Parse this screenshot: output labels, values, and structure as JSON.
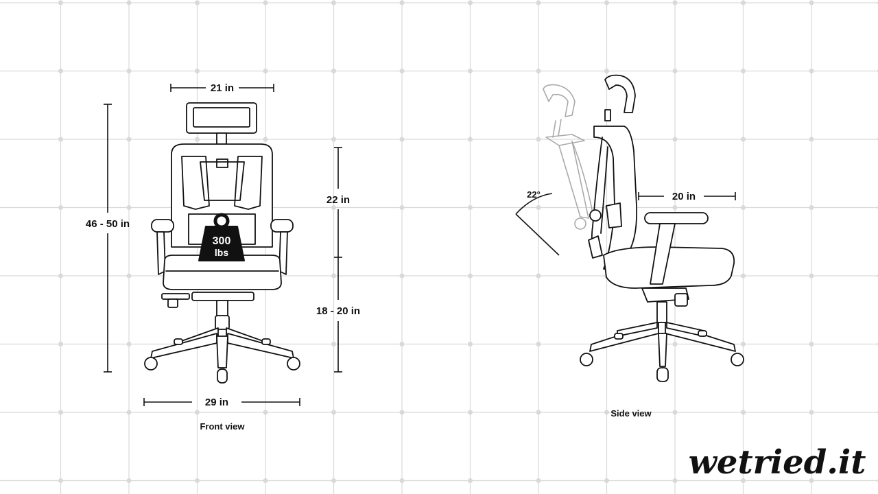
{
  "front_view": {
    "caption": "Front view",
    "width_top": "21 in",
    "height_total": "46 - 50 in",
    "back_height": "22 in",
    "seat_height": "18 - 20 in",
    "base_width": "29 in",
    "capacity_number": "300",
    "capacity_unit": "lbs"
  },
  "side_view": {
    "caption": "Side view",
    "recline_angle": "22°",
    "seat_depth": "20 in"
  },
  "logo": {
    "text": "wetried.it"
  },
  "colors": {
    "ink": "#111111",
    "grid": "#d9d9d9",
    "ghost": "#a9a9a9",
    "background": "#ffffff"
  }
}
